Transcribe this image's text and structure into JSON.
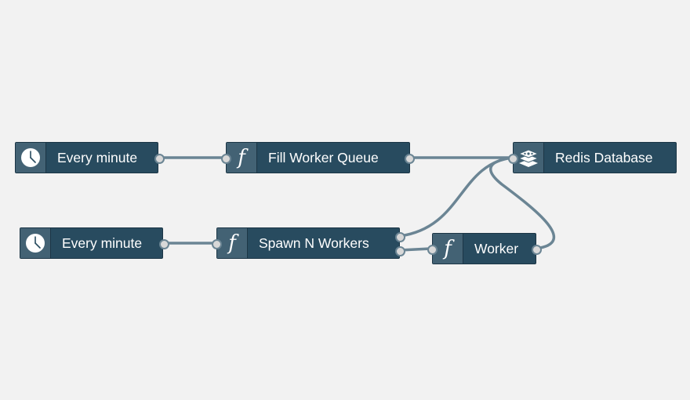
{
  "nodes": {
    "schedule_1": {
      "label": "Every minute",
      "icon": "clock-icon"
    },
    "fill_queue": {
      "label": "Fill Worker Queue",
      "icon": "function-icon",
      "glyph": "f"
    },
    "redis": {
      "label": "Redis Database",
      "icon": "database-icon"
    },
    "schedule_2": {
      "label": "Every minute",
      "icon": "clock-icon"
    },
    "spawn": {
      "label": "Spawn N Workers",
      "icon": "function-icon",
      "glyph": "f"
    },
    "worker": {
      "label": "Worker",
      "icon": "function-icon",
      "glyph": "f"
    }
  },
  "connections": [
    {
      "from": "schedule_1",
      "to": "fill_queue"
    },
    {
      "from": "fill_queue",
      "to": "redis"
    },
    {
      "from": "schedule_2",
      "to": "spawn"
    },
    {
      "from": "spawn",
      "to": "redis"
    },
    {
      "from": "spawn",
      "to": "worker"
    },
    {
      "from": "worker",
      "to": "redis"
    }
  ],
  "colors": {
    "background": "#f2f2f2",
    "node_fill": "#284b5f",
    "icon_panel": "#436274",
    "wire": "#6b8594",
    "text": "#ffffff"
  }
}
